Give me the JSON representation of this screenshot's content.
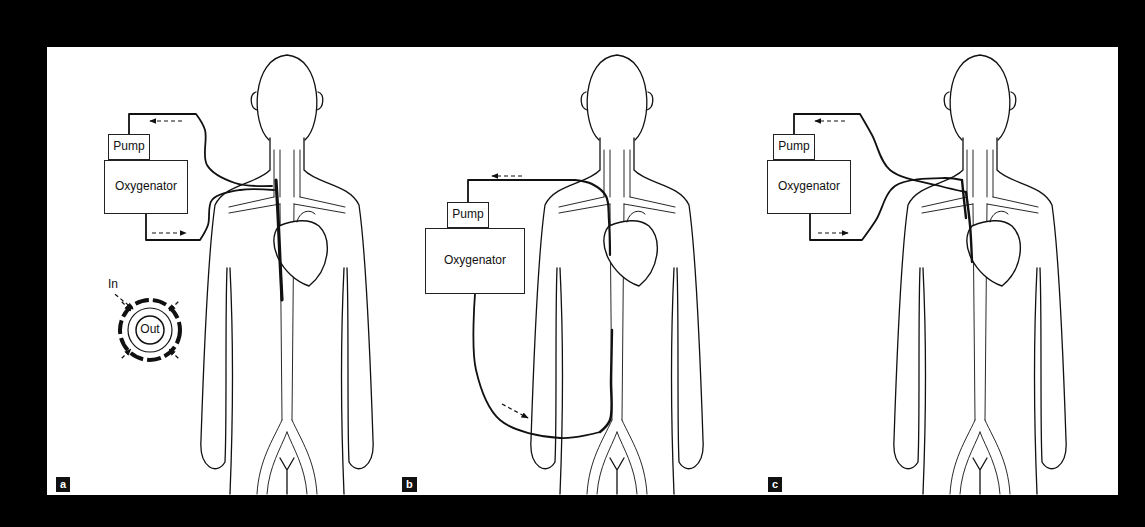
{
  "diagram": {
    "nodes": [
      {
        "text": [
          "Pump"
        ]
      },
      {
        "text": [
          "Oxygenator"
        ]
      },
      {
        "text": [
          "Out"
        ]
      },
      {
        "text": [
          "Pump"
        ]
      },
      {
        "text": [
          "Oxygenator"
        ]
      },
      {
        "text": [
          "Pump"
        ]
      },
      {
        "text": [
          "Oxygenator"
        ]
      }
    ],
    "labels": [
      "In",
      "a",
      "b",
      "c"
    ]
  }
}
